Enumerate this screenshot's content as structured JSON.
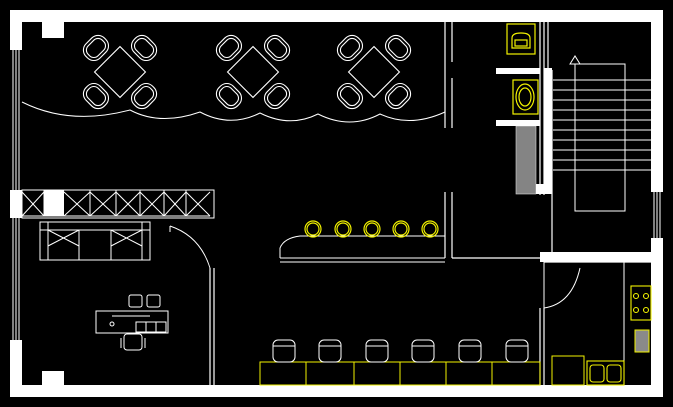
{
  "drawing": {
    "background": "#000000",
    "line_color": "#ffffff",
    "furniture_color": "#f2f200",
    "hatch_color": "#b5b5b5"
  },
  "layout": {
    "dining_tables": 3,
    "sofa_count": 1,
    "desk_chairs": 2,
    "bar_stools": 5,
    "counter_chairs": 6,
    "stair_treads": 10,
    "stove_burners": 4,
    "storage_cells": 7
  },
  "icons": {
    "stair_arrow": "up-arrow-icon",
    "toilet": "toilet-icon",
    "washbasin": "washbasin-icon",
    "sink": "double-sink-icon"
  }
}
